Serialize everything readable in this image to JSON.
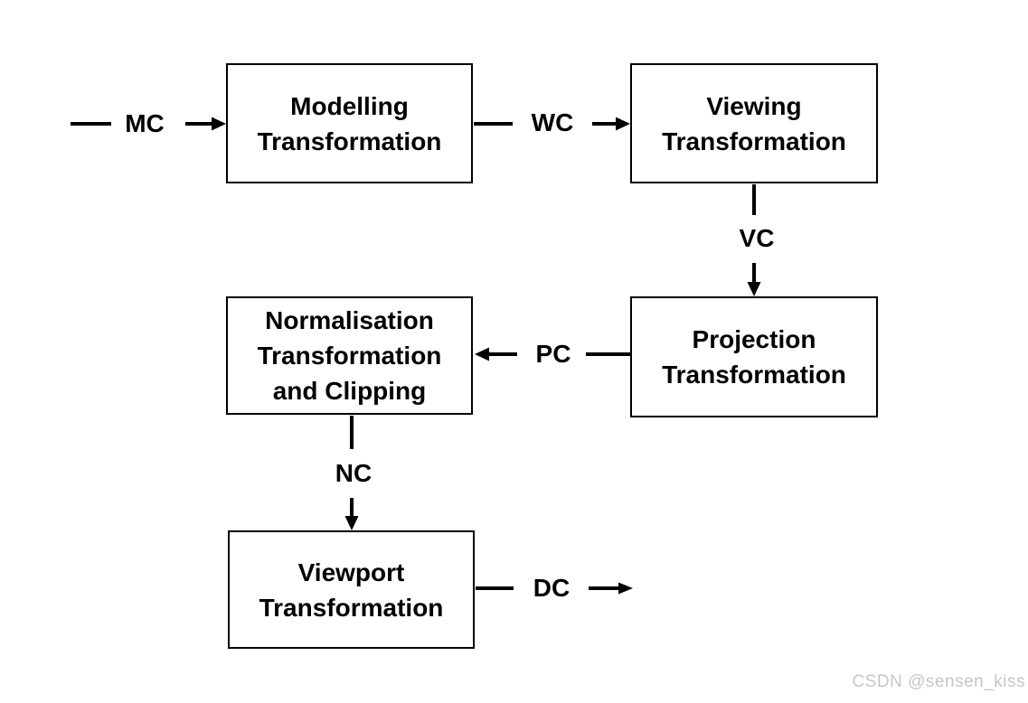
{
  "diagram": {
    "nodes": [
      {
        "id": "modelling",
        "label": "Modelling\nTransformation"
      },
      {
        "id": "viewing",
        "label": "Viewing\nTransformation"
      },
      {
        "id": "normalisation",
        "label": "Normalisation\nTransformation\nand Clipping"
      },
      {
        "id": "projection",
        "label": "Projection\nTransformation"
      },
      {
        "id": "viewport",
        "label": "Viewport\nTransformation"
      }
    ],
    "edges": [
      {
        "label": "MC",
        "from": "external-input",
        "to": "modelling"
      },
      {
        "label": "WC",
        "from": "modelling",
        "to": "viewing"
      },
      {
        "label": "VC",
        "from": "viewing",
        "to": "projection"
      },
      {
        "label": "PC",
        "from": "projection",
        "to": "normalisation"
      },
      {
        "label": "NC",
        "from": "normalisation",
        "to": "viewport"
      },
      {
        "label": "DC",
        "from": "viewport",
        "to": "external-output"
      }
    ],
    "colors": {
      "line": "#000000",
      "box_border": "#000000",
      "box_fill": "#ffffff",
      "text": "#000000"
    }
  },
  "watermark": {
    "text": "CSDN @sensen_kiss",
    "color": "#c6c6c6"
  }
}
